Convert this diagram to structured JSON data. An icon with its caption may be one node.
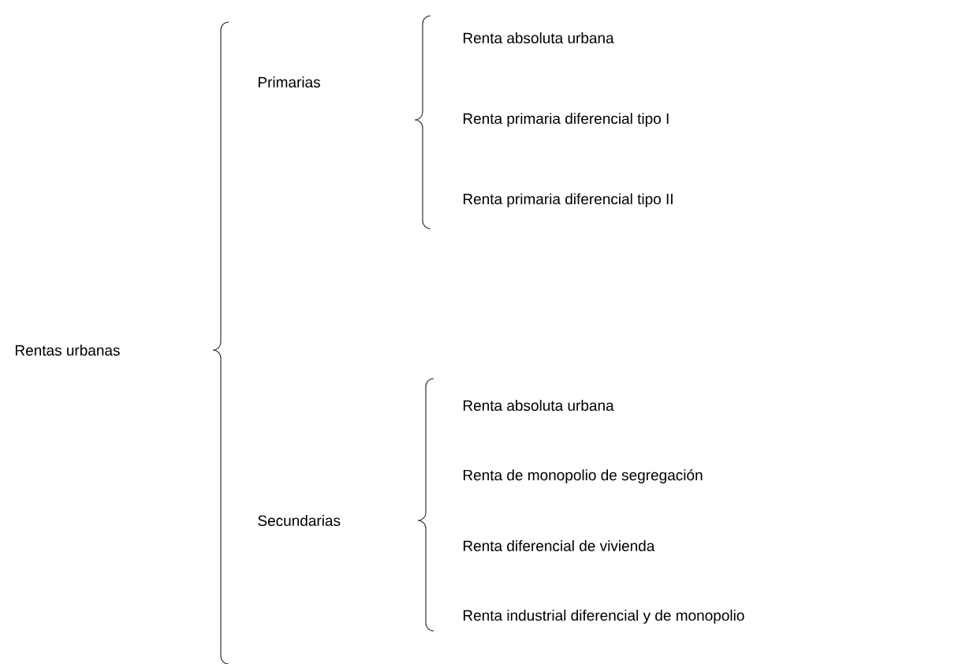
{
  "diagram": {
    "nodes": [
      {
        "text": [
          "Rentas urbanas"
        ]
      },
      {
        "text": [
          "Primarias"
        ]
      },
      {
        "text": [
          "Renta absoluta urbana"
        ]
      },
      {
        "text": [
          "Renta primaria diferencial tipo I"
        ]
      },
      {
        "text": [
          "Renta primaria diferencial tipo II"
        ]
      },
      {
        "text": [
          "Secundarias"
        ]
      },
      {
        "text": [
          "Renta absoluta urbana"
        ]
      },
      {
        "text": [
          "Renta de monopolio de segregación"
        ]
      },
      {
        "text": [
          "Renta diferencial de vivienda"
        ]
      },
      {
        "text": [
          "Renta industrial diferencial y de monopolio"
        ]
      }
    ]
  }
}
